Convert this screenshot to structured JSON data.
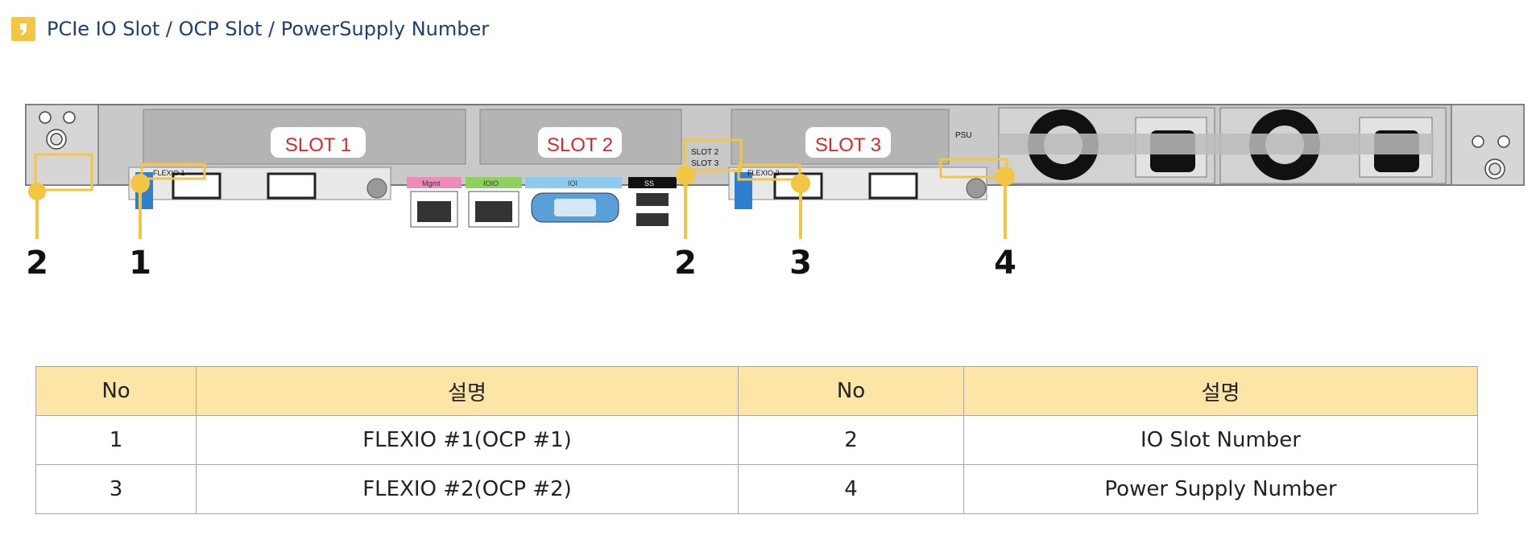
{
  "header": {
    "title": "PCIe IO Slot / OCP Slot / PowerSupply Number"
  },
  "panel": {
    "slot1": "SLOT 1",
    "slot2": "SLOT 2",
    "slot3": "SLOT 3",
    "flexio1_label": "FLEXIO 1",
    "flexio2_label": "FLEXIO 2",
    "slot23_label_line1": "SLOT 2",
    "slot23_label_line2": "SLOT 3",
    "psu_label": "PSU",
    "mgmt_label": "Mgmt",
    "ioio_label": "IOIO",
    "vga_label": "IOI",
    "usb_label": "SS"
  },
  "callouts": [
    "2",
    "1",
    "2",
    "3",
    "4"
  ],
  "colors": {
    "accent": "#f4c542",
    "header_text": "#1f3f6e",
    "table_header_bg": "#fde5a8",
    "slot_text": "#d22b2b"
  },
  "table": {
    "headers": [
      "No",
      "설명",
      "No",
      "설명"
    ],
    "rows": [
      [
        "1",
        "FLEXIO #1(OCP #1)",
        "2",
        "IO Slot Number"
      ],
      [
        "3",
        "FLEXIO #2(OCP #2)",
        "4",
        "Power Supply Number"
      ]
    ]
  }
}
